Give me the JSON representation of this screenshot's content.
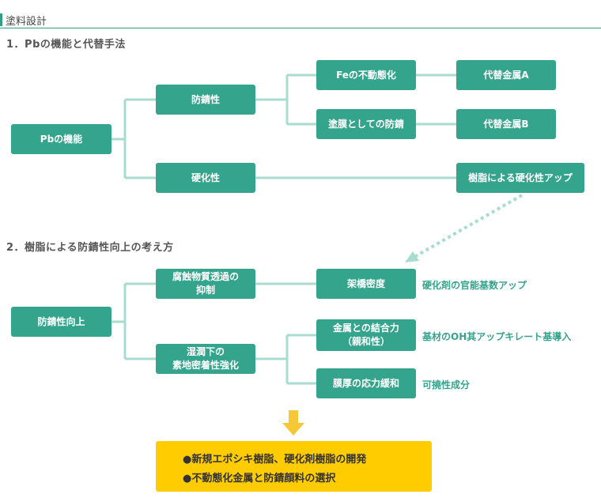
{
  "header": {
    "title": "塗料設計"
  },
  "section1": {
    "heading": "1．Pbの機能と代替手法",
    "pb_function": "Pbの機能",
    "rust_prevention": "防錆性",
    "hardening": "硬化性",
    "fe_passivation": "Feの不動態化",
    "film_rust_prevention": "塗膜としての防錆",
    "alt_metal_a": "代替金属A",
    "alt_metal_b": "代替金属B",
    "resin_hardening_up": "樹脂による硬化性アップ"
  },
  "section2": {
    "heading": "2．樹脂による防錆性向上の考え方",
    "rust_improve": "防錆性向上",
    "corrosive_suppress": "腐蝕物質透過の\n抑制",
    "wet_adhesion": "湿潤下の\n素地密着性強化",
    "crosslink_density": "架橋密度",
    "metal_bond": "金属との結合力\n（親和性）",
    "stress_relax": "膜厚の応力緩和",
    "note_crosslink": "硬化剤の官能基数アップ",
    "note_metal_bond": "基材のOH其アップキレート基導入",
    "note_stress": "可撓性成分"
  },
  "result": {
    "line1": "●新規エポシキ樹脂、硬化剤樹脂の開発",
    "line2": "●不動態化金属と防錆顔料の選択"
  },
  "colors": {
    "accent": "#34a58c",
    "connector": "#a8dccf",
    "result_bg": "#ffcc00",
    "arrow": "#f5c838"
  }
}
